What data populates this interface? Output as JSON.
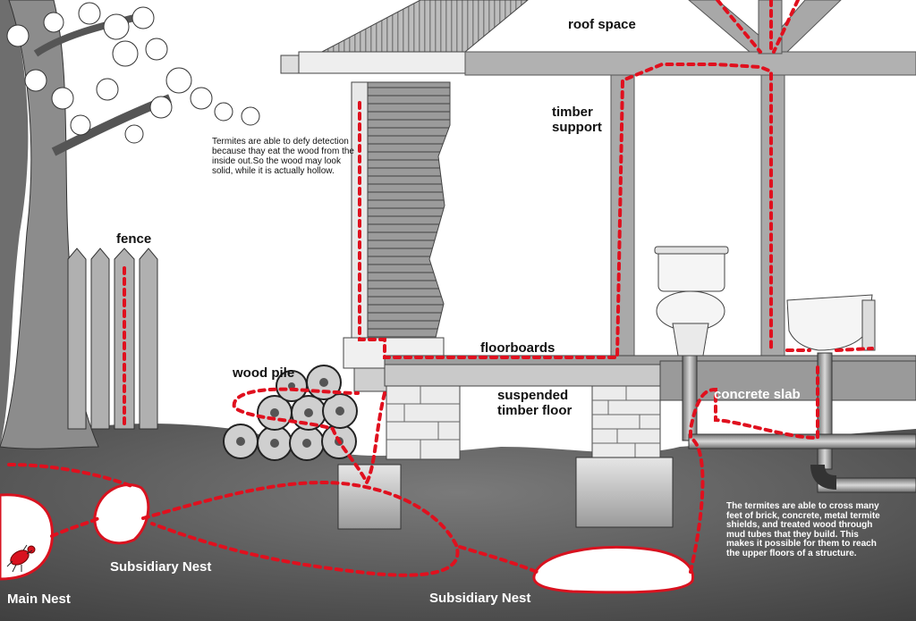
{
  "labels": {
    "roof_space": "roof space",
    "timber_support": "timber\nsupport",
    "fence": "fence",
    "floorboards": "floorboards",
    "wood_pile": "wood pile",
    "suspended_timber_floor": "suspended\ntimber floor",
    "concrete_slab": "concrete slab",
    "subsidiary_nest_left": "Subsidiary Nest",
    "subsidiary_nest_bottom": "Subsidiary Nest",
    "main_nest": "Main Nest"
  },
  "notes": {
    "wood_note": "Termites are able to defy detection because thay eat the wood from the inside out.So the wood may look solid, while it is actually hollow.",
    "cross_note": "The termites are able to cross many feet of brick, concrete, metal termite shields, and treated wood through mud tubes that they build. This makes it possible for them to reach the upper floors of a structure."
  },
  "colors": {
    "termite_trail": "#e0101e",
    "soil": "#4a4a4a",
    "nest_fill": "#ffffff",
    "nest_outline": "#d8121f",
    "timber": "#a9a9a9",
    "concrete": "#d2d2d2"
  }
}
